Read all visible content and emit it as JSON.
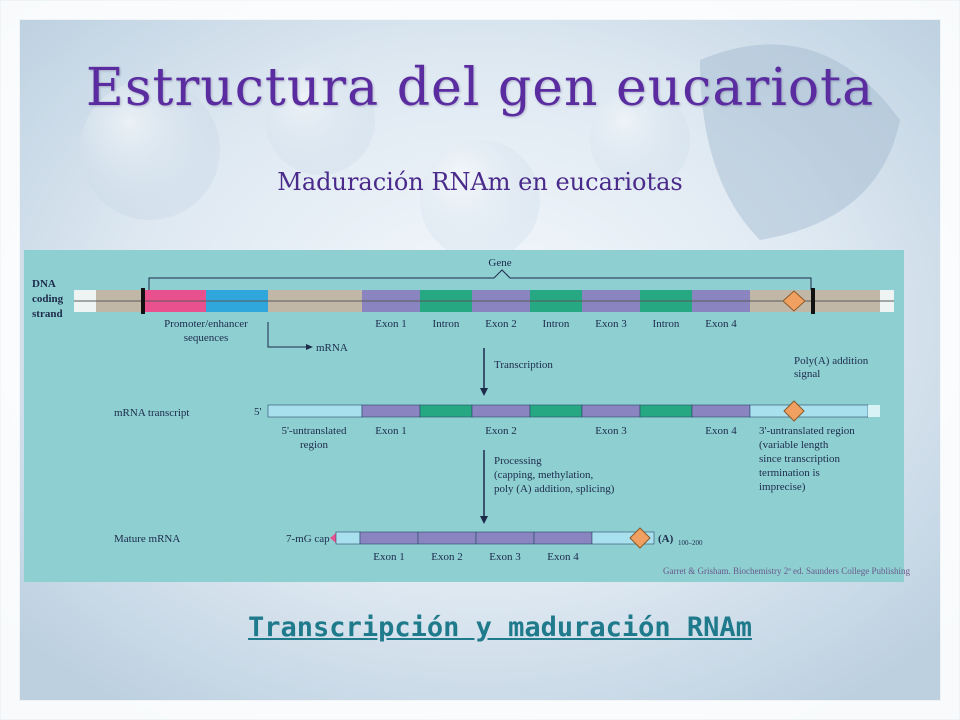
{
  "slide": {
    "title": "Estructura del gen eucariota",
    "subtitle": "Maduración RNAm en eucariotas",
    "credit": "Garret & Grisham. Biochemistry 2ª ed. Saunders College Publishing",
    "link_text": "Transcripción y maduración RNAm"
  },
  "diagram": {
    "gene_label": "Gene",
    "dna_label": [
      "DNA",
      "coding",
      "strand"
    ],
    "promoter_label": [
      "Promoter/enhancer",
      "sequences"
    ],
    "mrna_arrow_label": "mRNA",
    "dna_segments": [
      "Exon 1",
      "Intron",
      "Exon 2",
      "Intron",
      "Exon 3",
      "Intron",
      "Exon 4"
    ],
    "transcription_label": "Transcription",
    "polya_signal_label": [
      "Poly(A) addition",
      "signal"
    ],
    "transcript_label": "mRNA transcript",
    "five_prime": "5'",
    "five_utr_label": [
      "5'-untranslated",
      "region"
    ],
    "transcript_segments": [
      "Exon 1",
      "Exon 2",
      "Exon 3",
      "Exon 4"
    ],
    "three_utr_label": [
      "3'-untranslated region",
      "(variable length",
      "since transcription",
      "termination is",
      "imprecise)"
    ],
    "processing_label": [
      "Processing",
      "(capping, methylation,",
      "poly (A) addition, splicing)"
    ],
    "mature_label": "Mature mRNA",
    "cap_label": "7-mG cap",
    "polya_tail": "(A)",
    "polya_count": "100–200",
    "mature_segments": [
      "Exon 1",
      "Exon 2",
      "Exon 3",
      "Exon 4"
    ],
    "colors": {
      "panel": "#8ecfd2",
      "dna_gray": "#c0b7a6",
      "promoter_pink": "#e9518e",
      "promoter_blue": "#2fa6dc",
      "exon_purple": "#8a84c0",
      "intron_green": "#26a882",
      "utr_cyan": "#a8e0ee",
      "diamond_orange": "#f0a060",
      "text_dark": "#1d2b4a"
    }
  }
}
